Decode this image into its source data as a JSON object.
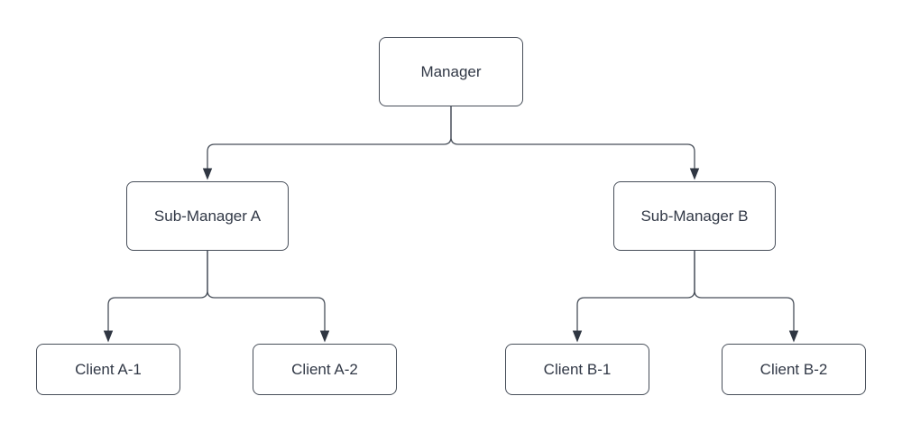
{
  "diagram": {
    "type": "org-chart",
    "colors": {
      "stroke": "#474e59",
      "arrow": "#2f3642",
      "text": "#313846",
      "node_fill": "#ffffff",
      "background": "#ffffff"
    },
    "nodes": [
      {
        "id": "manager",
        "label": "Manager",
        "level": 0
      },
      {
        "id": "sub-manager-a",
        "label": "Sub-Manager A",
        "level": 1
      },
      {
        "id": "sub-manager-b",
        "label": "Sub-Manager B",
        "level": 1
      },
      {
        "id": "client-a1",
        "label": "Client A-1",
        "level": 2
      },
      {
        "id": "client-a2",
        "label": "Client A-2",
        "level": 2
      },
      {
        "id": "client-b1",
        "label": "Client B-1",
        "level": 2
      },
      {
        "id": "client-b2",
        "label": "Client B-2",
        "level": 2
      }
    ],
    "edges": [
      {
        "from": "manager",
        "to": "sub-manager-a"
      },
      {
        "from": "manager",
        "to": "sub-manager-b"
      },
      {
        "from": "sub-manager-a",
        "to": "client-a1"
      },
      {
        "from": "sub-manager-a",
        "to": "client-a2"
      },
      {
        "from": "sub-manager-b",
        "to": "client-b1"
      },
      {
        "from": "sub-manager-b",
        "to": "client-b2"
      }
    ]
  }
}
